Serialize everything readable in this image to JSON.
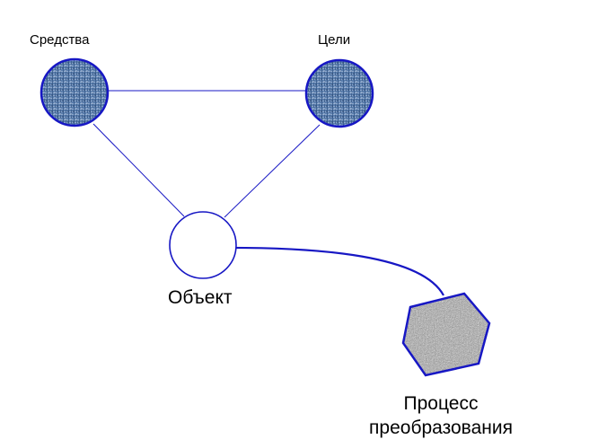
{
  "nodes": {
    "means": {
      "label": "Средства"
    },
    "goals": {
      "label": "Цели"
    },
    "object": {
      "label": "Объект"
    },
    "process": {
      "label_line1": "Процесс",
      "label_line2": "преобразования"
    }
  },
  "colors": {
    "stroke": "#1717c4",
    "node_fill": "#5b7fae",
    "object_fill": "#ffffff",
    "process_fill": "#9a9a9a",
    "text": "#000000"
  }
}
